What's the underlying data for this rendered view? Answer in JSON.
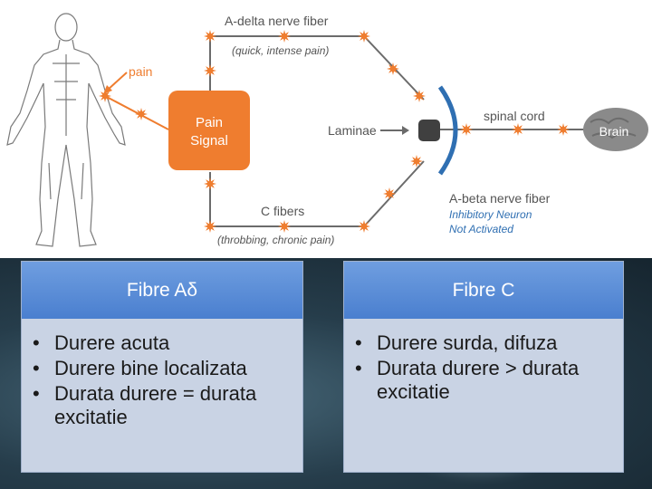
{
  "diagram": {
    "a_delta_label": "A-delta nerve fiber",
    "a_delta_sub": "(quick, intense pain)",
    "pain_label": "pain",
    "pain_signal_line1": "Pain",
    "pain_signal_line2": "Signal",
    "laminae_label": "Laminae",
    "spinal_cord_label": "spinal cord",
    "brain_label": "Brain",
    "c_fibers_label": "C fibers",
    "c_fibers_sub": "(throbbing, chronic pain)",
    "a_beta_label": "A-beta nerve fiber",
    "a_beta_sub1": "Inhibitory Neuron",
    "a_beta_sub2": "Not Activated",
    "colors": {
      "accent": "#ef7d2f",
      "blue": "#2f6fb2",
      "gray": "#5a5a5a"
    }
  },
  "cards": [
    {
      "title": "Fibre Aδ",
      "items": [
        "Durere acuta",
        "Durere bine localizata",
        "Durata durere = durata excitatie"
      ]
    },
    {
      "title": "Fibre C",
      "items": [
        "Durere surda, difuza",
        "Durata durere > durata excitatie"
      ]
    }
  ]
}
